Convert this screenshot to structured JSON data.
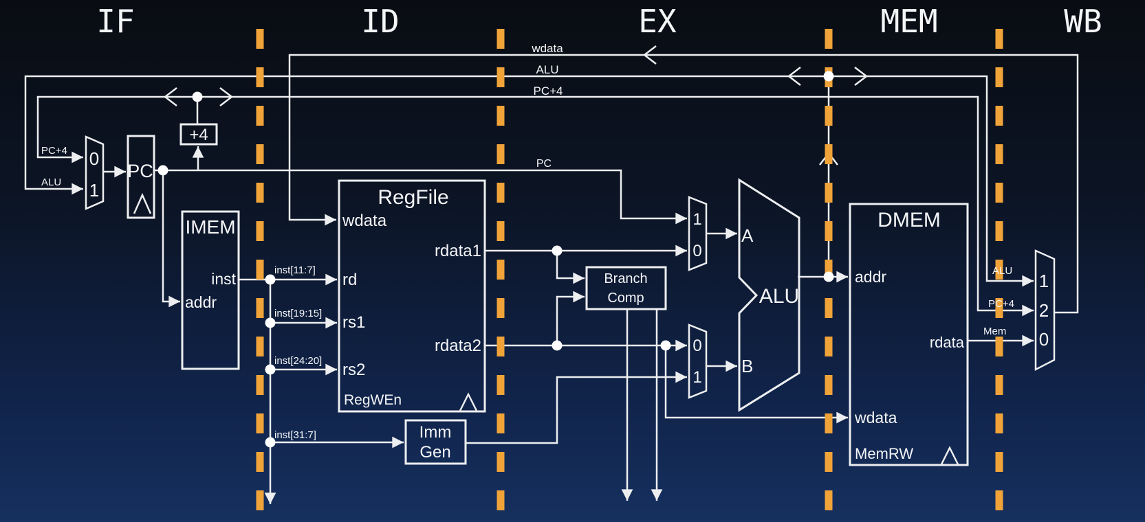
{
  "stages": [
    {
      "label": "IF",
      "color": "#a9d7a0"
    },
    {
      "label": "ID",
      "color": "#f4a9c6"
    },
    {
      "label": "EX",
      "color": "#90caf9"
    },
    {
      "label": "MEM",
      "color": "#bda7e4"
    },
    {
      "label": "WB",
      "color": "#d8e05b"
    }
  ],
  "top_bus": {
    "wdata": "wdata",
    "alu": "ALU",
    "pc_plus4": "PC+4"
  },
  "if": {
    "mux": {
      "in0_label": "PC+4",
      "in1_label": "ALU",
      "in0": "0",
      "in1": "1"
    },
    "pc_reg": "PC",
    "adder": "+4",
    "imem": {
      "title": "IMEM",
      "inst": "inst",
      "addr": "addr"
    }
  },
  "id": {
    "fields": {
      "rd": "inst[11:7]",
      "rs1": "inst[19:15]",
      "rs2": "inst[24:20]",
      "imm": "inst[31:7]"
    },
    "regfile": {
      "title": "RegFile",
      "wdata": "wdata",
      "rd": "rd",
      "rs1": "rs1",
      "rs2": "rs2",
      "regwen": "RegWEn",
      "rdata1": "rdata1",
      "rdata2": "rdata2"
    },
    "immgen": {
      "line1": "Imm",
      "line2": "Gen"
    }
  },
  "ex": {
    "pc_wire": "PC",
    "amux": {
      "in1": "1",
      "in0": "0"
    },
    "bmux": {
      "in0": "0",
      "in1": "1"
    },
    "alu": {
      "title": "ALU",
      "a": "A",
      "b": "B"
    },
    "bcomp": {
      "line1": "Branch",
      "line2": "Comp"
    }
  },
  "mem": {
    "dmem": {
      "title": "DMEM",
      "addr": "addr",
      "wdata": "wdata",
      "rdata": "rdata",
      "memrw": "MemRW"
    }
  },
  "wb": {
    "alu_label": "ALU",
    "pc4_label": "PC+4",
    "mem_label": "Mem",
    "mux": {
      "in1": "1",
      "in2": "2",
      "in0": "0"
    }
  },
  "colors": {
    "divider": "#f0a339",
    "wire": "#edeef0",
    "bg_top": "#090c12",
    "bg_bottom": "#16305f"
  }
}
